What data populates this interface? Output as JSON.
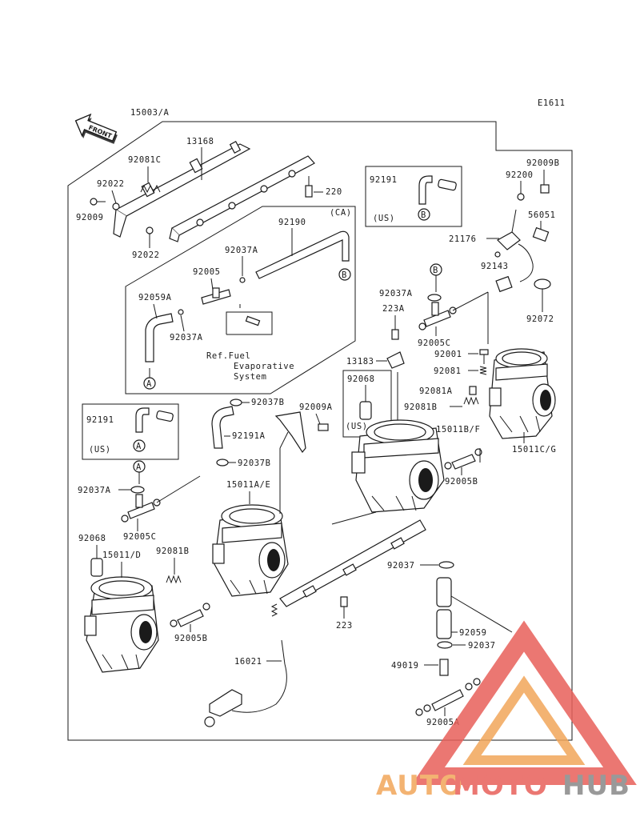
{
  "diagram": {
    "code": "E1611",
    "front_label": "FRONT",
    "note_ref": [
      "Ref.Fuel",
      "Evaporative",
      "System"
    ],
    "region_ca": "(CA)",
    "region_us": "(US)",
    "callout_a": "A",
    "callout_b": "B",
    "parts": {
      "p15003A": "15003/A",
      "p13168": "13168",
      "p92081C": "92081C",
      "p92022a": "92022",
      "p92009": "92009",
      "p92022b": "92022",
      "p220": "220",
      "p92190": "92190",
      "p92037A_1": "92037A",
      "p92005": "92005",
      "p92059A": "92059A",
      "p92037A_2": "92037A",
      "p92191_us1": "92191",
      "p92009B": "92009B",
      "p92200": "92200",
      "p56051": "56051",
      "p21176": "21176",
      "p92143": "92143",
      "p92072": "92072",
      "p92037A_3": "92037A",
      "p223A": "223A",
      "p92005C_1": "92005C",
      "p92001": "92001",
      "p92081": "92081",
      "p13183": "13183",
      "p92068_us": "92068",
      "p92081A": "92081A",
      "p92081B_1": "92081B",
      "p15011BF": "15011B/F",
      "p15011CG": "15011C/G",
      "p92037B_1": "92037B",
      "p92009A": "92009A",
      "p92191_us2": "92191",
      "p92191A": "92191A",
      "p92037B_2": "92037B",
      "p15011AE": "15011A/E",
      "p92037A_4": "92037A",
      "p92005C_2": "92005C",
      "p92068": "92068",
      "p15011D": "15011/D",
      "p92081B_2": "92081B",
      "p92005B_1": "92005B",
      "p92005B_2": "92005B",
      "p92037": "92037",
      "p223": "223",
      "p92059": "92059",
      "p92037_2": "92037",
      "p16021": "16021",
      "p49019": "49019",
      "p92005A": "92005A"
    }
  },
  "watermark": {
    "auto": "AUTO",
    "moto": "MOTO",
    "hub": "HUB"
  }
}
